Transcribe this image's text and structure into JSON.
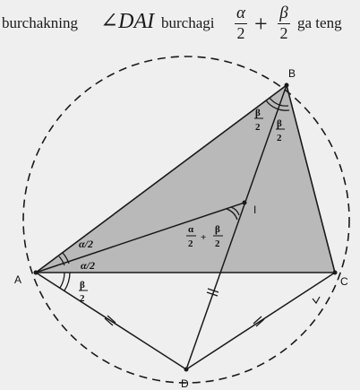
{
  "header": {
    "prefix": "burchakning",
    "angle": "∠DAI",
    "middle": "burchagi",
    "alpha": "α",
    "two": "2",
    "plus": "+",
    "beta": "β",
    "suffix": "ga teng"
  },
  "points": {
    "A": "A",
    "B": "B",
    "C": "C",
    "D": "D",
    "I": "I"
  },
  "labels": {
    "alpha_half": "α/2",
    "alpha": "α",
    "beta": "β",
    "two": "2",
    "plus": "+"
  }
}
